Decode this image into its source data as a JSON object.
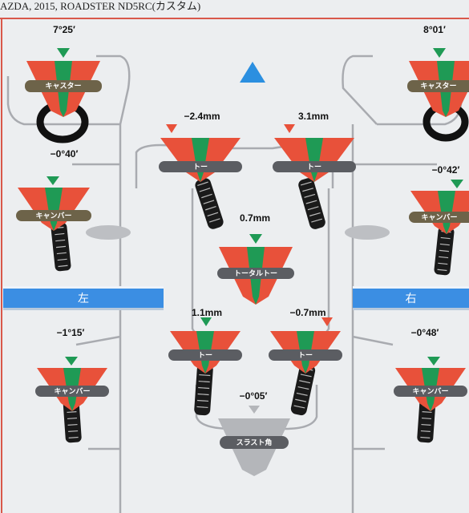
{
  "header": {
    "title": "AZDA, 2015, ROADSTER ND5RC(カスタム)"
  },
  "colors": {
    "gauge_red": "#e8513a",
    "gauge_green": "#1f9a55",
    "label_brown": "#6d6349",
    "label_gray": "#5b5d62",
    "arrow_blue": "#2b8fe0",
    "side_bar_blue": "#3b8ee3",
    "thrust_gray": "#b4b6ba"
  },
  "front_left": {
    "caster": {
      "value": "7°25′",
      "label": "キャスター"
    },
    "camber": {
      "value": "−0°40′",
      "label": "キャンバー"
    },
    "toe": {
      "value": "−2.4mm",
      "label": "トー"
    }
  },
  "front_right": {
    "caster": {
      "value": "8°01′",
      "label": "キャスター"
    },
    "camber": {
      "value": "−0°42′",
      "label": "キャンバー"
    },
    "toe": {
      "value": "3.1mm",
      "label": "トー"
    }
  },
  "front_total_toe": {
    "value": "0.7mm",
    "label": "トータルトー"
  },
  "rear_left": {
    "camber": {
      "value": "−1°15′",
      "label": "キャンバー"
    },
    "toe": {
      "value": "1.1mm",
      "label": "トー"
    }
  },
  "rear_right": {
    "camber": {
      "value": "−0°48′",
      "label": "キャンバー"
    },
    "toe": {
      "value": "−0.7mm",
      "label": "トー"
    }
  },
  "thrust_angle": {
    "value": "−0°05′",
    "label": "スラスト角"
  },
  "side_labels": {
    "left": "左",
    "right": "右"
  }
}
